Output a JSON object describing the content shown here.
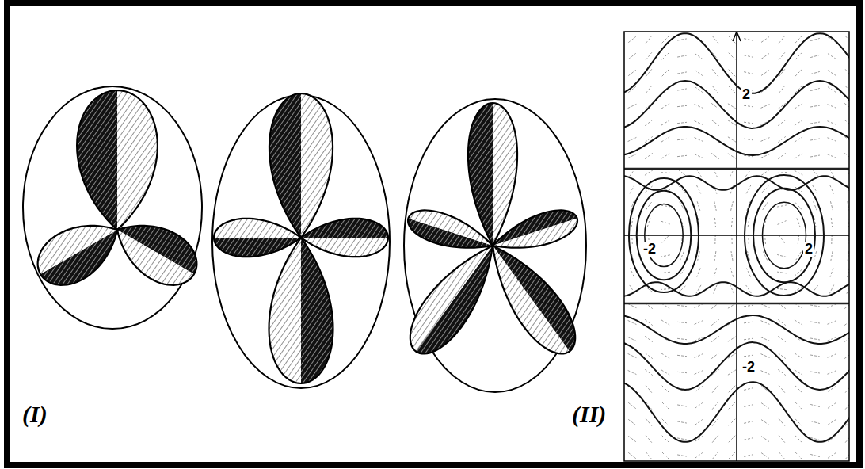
{
  "diagram": {
    "labels": [
      "(I)",
      "(II)",
      "2",
      "-2",
      "2",
      "-2"
    ]
  }
}
